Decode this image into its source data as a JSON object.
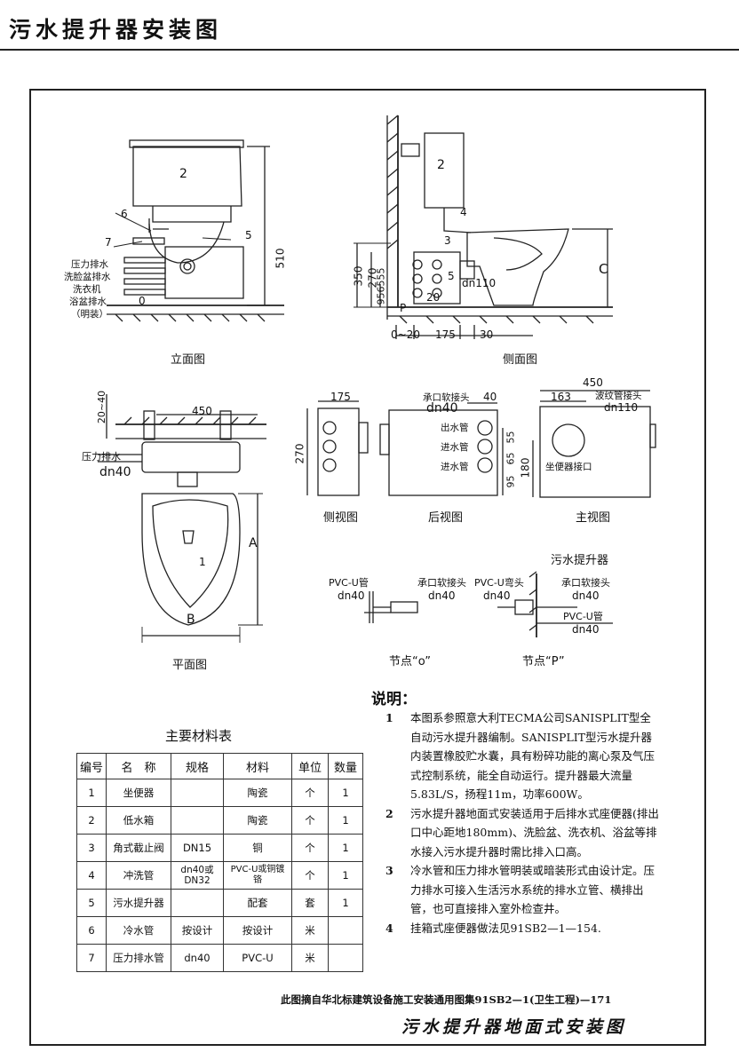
{
  "page_title": "污水提升器安装图",
  "footer_title": "污水提升器地面式安装图",
  "source_note": "此图摘自华北标建筑设备施工安装通用图集91SB2—1(卫生工程)—171",
  "views": {
    "front": "立面图",
    "side": "侧面图",
    "plan": "平面图",
    "side_view": "侧视图",
    "back_view": "后视图",
    "main_view": "主视图",
    "node_o": "节点“o”",
    "node_p": "节点“P”"
  },
  "front_labels": {
    "n2": "2",
    "n6": "6",
    "n7": "7",
    "n5": "5",
    "n0": "0",
    "l1": "压力排水",
    "l2": "洗脸盆排水",
    "l3": "洗衣机",
    "l4": "浴盆排水",
    "l5": "（明装）",
    "h510": "510"
  },
  "side_labels": {
    "n2": "2",
    "n3": "3",
    "n4": "4",
    "n5": "5",
    "n20": "20",
    "dn110": "dn110",
    "P": "P",
    "C": "C",
    "d350": "350",
    "d270": "270",
    "d95": "95",
    "d65": "65",
    "d55": "55",
    "w0": "0~20",
    "w175": "175",
    "w30": "30"
  },
  "plan_labels": {
    "d2040": "20~40",
    "w450": "450",
    "press": "压力排水",
    "dn40": "dn40",
    "n1": "1",
    "A": "A",
    "B": "B"
  },
  "sv_labels": {
    "w175": "175",
    "h270": "270"
  },
  "bv_labels": {
    "soft": "承口软接头",
    "dn40": "dn40",
    "w40": "40",
    "out": "出水管",
    "in1": "进水管",
    "in2": "进水管",
    "h55": "55",
    "h65": "65",
    "h95": "95"
  },
  "mv_labels": {
    "w450": "450",
    "w163": "163",
    "corr": "波纹管接头",
    "dn110": "dn110",
    "h180": "180",
    "seat": "坐便器接口"
  },
  "node_labels": {
    "pvc1": "PVC-U管",
    "dn40a": "dn40",
    "soft1": "承口软接头",
    "dn40b": "dn40",
    "pvc2": "PVC-U弯头",
    "dn40c": "dn40",
    "soft2": "承口软接头",
    "dn40d": "dn40",
    "pump": "污水提升器",
    "pvc3": "PVC-U管",
    "dn40e": "dn40"
  },
  "notes_title": "说明：",
  "notes": [
    {
      "num": "1",
      "text": "本图系参照意大利TECMA公司SANISPLIT型全自动污水提升器编制。SANISPLIT型污水提升器内装置橡胶贮水囊，具有粉碎功能的离心泵及气压式控制系统，能全自动运行。提升器最大流量5.83L/S，扬程11m，功率600W。"
    },
    {
      "num": "2",
      "text": "污水提升器地面式安装适用于后排水式座便器(排出口中心距地180mm)、洗脸盆、洗衣机、浴盆等排水接入污水提升器时需比排入口高。"
    },
    {
      "num": "3",
      "text": "冷水管和压力排水管明装或暗装形式由设计定。压力排水可接入生活污水系统的排水立管、横排出管，也可直接排入室外检查井。"
    },
    {
      "num": "4",
      "text": "挂箱式座便器做法见91SB2—1—154."
    }
  ],
  "table": {
    "title": "主要材料表",
    "headers": [
      "编号",
      "名　称",
      "规格",
      "材料",
      "单位",
      "数量"
    ],
    "rows": [
      [
        "1",
        "坐便器",
        "",
        "陶瓷",
        "个",
        "1"
      ],
      [
        "2",
        "低水箱",
        "",
        "陶瓷",
        "个",
        "1"
      ],
      [
        "3",
        "角式截止阀",
        "DN15",
        "铜",
        "个",
        "1"
      ],
      [
        "4",
        "冲洗管",
        "dn40或DN32",
        "PVC-U或铜镀铬",
        "个",
        "1"
      ],
      [
        "5",
        "污水提升器",
        "",
        "配套",
        "套",
        "1"
      ],
      [
        "6",
        "冷水管",
        "按设计",
        "按设计",
        "米",
        ""
      ],
      [
        "7",
        "压力排水管",
        "dn40",
        "PVC-U",
        "米",
        ""
      ]
    ]
  }
}
